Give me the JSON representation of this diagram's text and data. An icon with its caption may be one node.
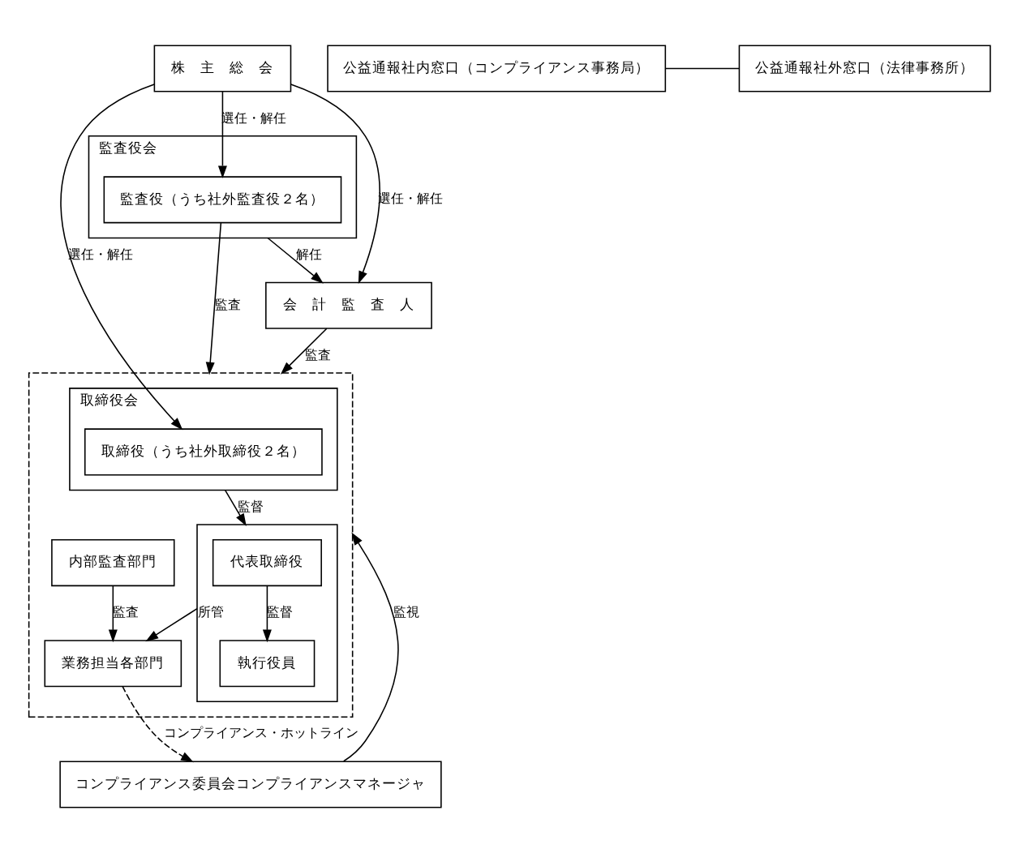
{
  "diagram": {
    "nodes": [
      {
        "text": [
          "株　主　総　会"
        ]
      },
      {
        "text": [],
        "shape": "box"
      },
      {
        "text": [
          "取締役会"
        ],
        "in": 1
      },
      {
        "text": [
          "取締役（うち社外取締役２名）"
        ],
        "in": 2
      },
      {
        "text": [],
        "shape": "box",
        "in": 1
      },
      {
        "text": [
          "代表取締役"
        ],
        "in": 4
      },
      {
        "text": [
          "執行役員"
        ],
        "in": 4
      },
      {
        "text": [
          "内部監査部門"
        ],
        "in": 1
      },
      {
        "text": [
          "業務担当各部門"
        ],
        "in": 1
      },
      {
        "text": [
          "監査役会"
        ]
      },
      {
        "text": [
          "監査役（うち社外監査役２名）"
        ],
        "in": 9
      },
      {
        "text": [
          "会　計　監　査　人"
        ]
      },
      {
        "text": [
          "コンプライアンス委員会コンプライアンスマネージャ"
        ]
      },
      {
        "text": [
          "公益通報社内窓口（コンプライアンス事務局）"
        ]
      },
      {
        "text": [
          "公益通報社外窓口（法律事務所）"
        ]
      }
    ],
    "edges": [
      {
        "from": 0,
        "to": 3,
        "arrow": "to",
        "label": "選任・解任"
      },
      {
        "from": 0,
        "to": 10,
        "arrow": "to",
        "label": "選任・解任"
      },
      {
        "from": 0,
        "to": 11,
        "arrow": "to",
        "label": "選任・解任"
      },
      {
        "from": 10,
        "to": 1,
        "arrow": "to",
        "label": "監査"
      },
      {
        "from": 9,
        "to": 11,
        "arrow": "to",
        "label": "解任"
      },
      {
        "from": 11,
        "to": 1,
        "arrow": "to",
        "label": "監査"
      },
      {
        "from": 12,
        "to": 1,
        "arrow": "to",
        "label": "監視"
      },
      {
        "from": 2,
        "to": 4,
        "arrow": "to",
        "label": "監督"
      },
      {
        "from": 5,
        "to": 6,
        "arrow": "to",
        "label": "監督"
      },
      {
        "from": 4,
        "to": 8,
        "arrow": "to",
        "label": "所管"
      },
      {
        "from": 7,
        "to": 8,
        "arrow": "to",
        "label": "監査"
      },
      {
        "from": 8,
        "to": 12,
        "arrow": "to",
        "style": "dashed",
        "label": "コンプライアンス・ホットライン"
      },
      {
        "from": 13,
        "to": 14,
        "arrow": "none"
      }
    ]
  }
}
